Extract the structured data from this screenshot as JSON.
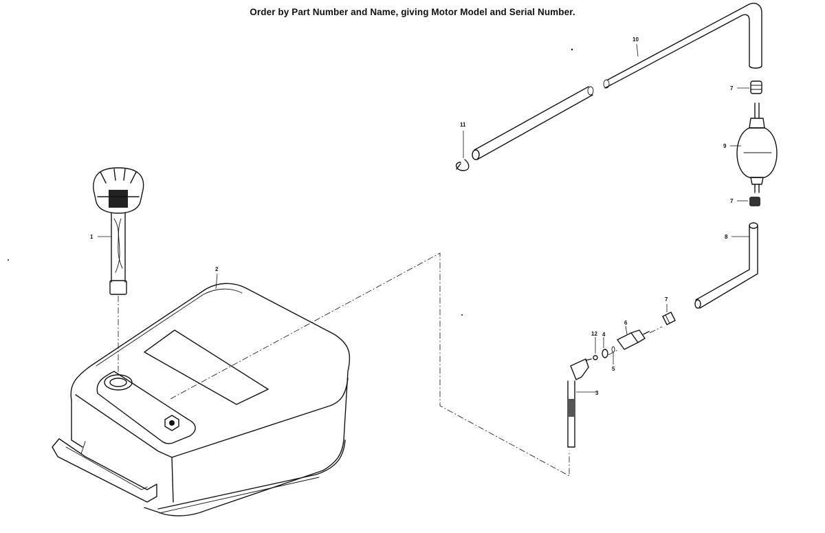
{
  "header": {
    "note": "Order by Part Number and Name, giving Motor Model and Serial Number."
  },
  "callouts": {
    "p1": "1",
    "p2": "2",
    "p3": "3",
    "p4": "4",
    "p5": "5",
    "p6": "6",
    "p7a": "7",
    "p7b": "7",
    "p7c": "7",
    "p8": "8",
    "p9": "9",
    "p10": "10",
    "p11": "11",
    "p12": "12"
  },
  "colors": {
    "ink": "#111111",
    "paper": "#ffffff"
  }
}
